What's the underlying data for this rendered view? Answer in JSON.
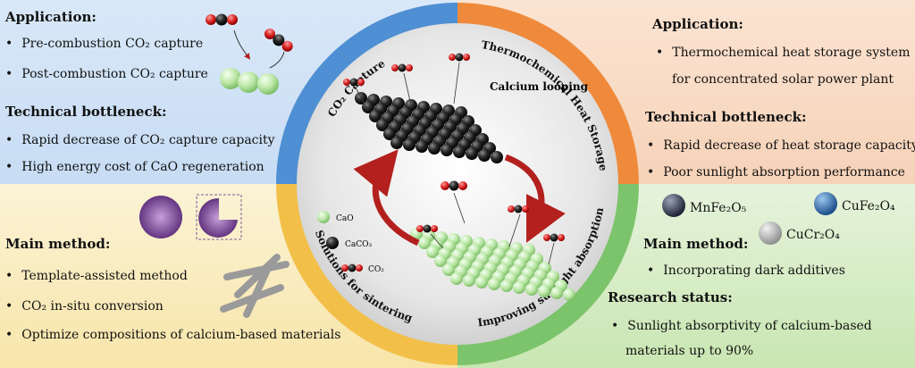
{
  "top_left": {
    "heading_application": "Application:",
    "app_items": [
      "Pre-combustion CO₂ capture",
      "Post-combustion CO₂ capture"
    ],
    "heading_bottleneck": "Technical bottleneck:",
    "bottleneck_items": [
      "Rapid decrease of CO₂ capture capacity",
      "High energy cost of CaO regeneration"
    ]
  },
  "top_right": {
    "heading_application": "Application:",
    "app_line1": "Thermochemical heat storage system",
    "app_line2": "for concentrated solar power plant",
    "heading_bottleneck": "Technical bottleneck:",
    "bottleneck_items": [
      "Rapid decrease of heat storage capacity",
      "Poor sunlight absorption performance"
    ]
  },
  "bottom_left": {
    "heading_method": "Main method:",
    "method_items": [
      "Template-assisted method",
      "CO₂ in-situ conversion",
      "Optimize compositions of calcium-based materials"
    ]
  },
  "bottom_right": {
    "additives": [
      "MnFe₂O₅",
      "CuFe₂O₄",
      "CuCr₂O₄"
    ],
    "heading_method": "Main method:",
    "method_items": [
      "Incorporating dark additives"
    ],
    "heading_status": "Research status:",
    "status_line1": "Sunlight absorptivity of calcium-based",
    "status_line2": "materials up to 90%"
  },
  "circle": {
    "ring_co2_capture": "CO₂ Capture",
    "ring_heat_storage": "Thermochemical Heat Storage",
    "ring_sintering": "Solutions for sintering",
    "ring_sunlight": "Improving sunlight absorption",
    "center_label": "Calcium looping",
    "legend": [
      "CaO",
      "CaCO₃",
      "CO₂"
    ]
  },
  "colors": {
    "ring_blue": "#4f8fd3",
    "ring_orange": "#ef8a3c",
    "ring_yellow": "#f2c049",
    "ring_green": "#7cc46b",
    "arrow_red": "#b3201e"
  }
}
